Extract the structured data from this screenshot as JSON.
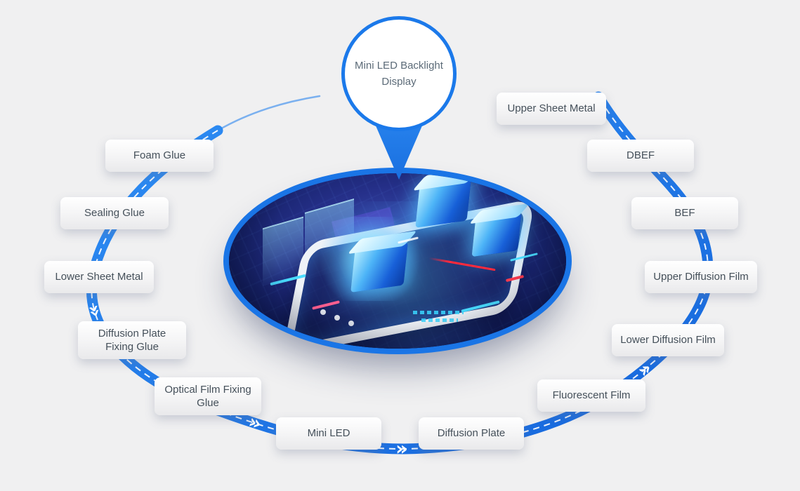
{
  "bubble": {
    "text": "Mini LED Backlight Display"
  },
  "nodes": [
    {
      "id": "foam-glue",
      "text": "Foam Glue"
    },
    {
      "id": "sealing-glue",
      "text": "Sealing Glue"
    },
    {
      "id": "lower-sheet-metal",
      "text": "Lower Sheet Metal"
    },
    {
      "id": "diffusion-plate-fixing-glue",
      "text": "Diffusion Plate Fixing Glue"
    },
    {
      "id": "optical-film-fixing-glue",
      "text": "Optical Film Fixing Glue"
    },
    {
      "id": "mini-led",
      "text": "Mini LED"
    },
    {
      "id": "diffusion-plate",
      "text": "Diffusion Plate"
    },
    {
      "id": "fluorescent-film",
      "text": "Fluorescent Film"
    },
    {
      "id": "lower-diffusion-film",
      "text": "Lower Diffusion Film"
    },
    {
      "id": "upper-diffusion-film",
      "text": "Upper Diffusion Film"
    },
    {
      "id": "bef",
      "text": "BEF"
    },
    {
      "id": "dbef",
      "text": "DBEF"
    },
    {
      "id": "upper-sheet-metal",
      "text": "Upper Sheet Metal"
    }
  ],
  "icons": {
    "chevrons": "»"
  },
  "colors": {
    "accent_blue": "#1b76e8",
    "background": "#f0f0f1",
    "node_text": "#45505a"
  }
}
